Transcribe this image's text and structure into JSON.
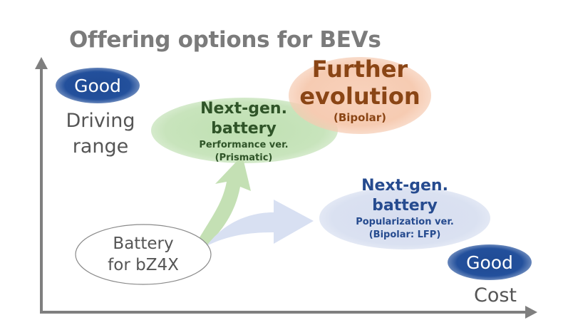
{
  "title": "Offering options for BEVs",
  "y_axis": {
    "badge": "Good",
    "label_line1": "Driving",
    "label_line2": "range"
  },
  "x_axis": {
    "badge": "Good",
    "label": "Cost"
  },
  "nodes": {
    "current": {
      "line1": "Battery",
      "line2": "for bZ4X"
    },
    "performance": {
      "line1": "Next-gen.",
      "line2": "battery",
      "line3": "Performance ver.",
      "line4": "(Prismatic)",
      "color": "#2f5428",
      "fill": "#c8e4bc"
    },
    "further": {
      "line1": "Further",
      "line2": "evolution",
      "line3": "(Bipolar)",
      "color": "#8a4515",
      "fill": "#f6cbb2"
    },
    "popularization": {
      "line1": "Next-gen.",
      "line2": "battery",
      "line3": "Popularization ver.",
      "line4": "(Bipolar: LFP)",
      "color": "#264b8f",
      "fill": "#dae1f1"
    }
  },
  "colors": {
    "axis": "#7f7f7f",
    "badge": "#23509c",
    "green_arrow": "#c4e0b4",
    "blue_arrow": "#d8e0f2"
  }
}
